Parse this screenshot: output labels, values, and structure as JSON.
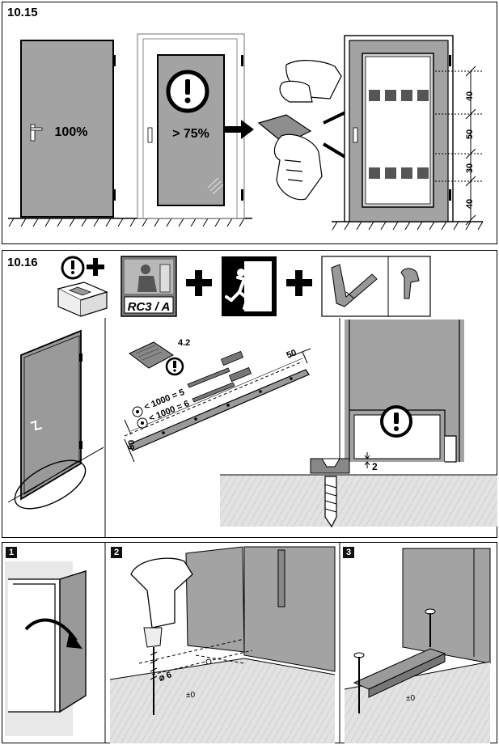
{
  "section_1015": {
    "number": "10.15",
    "door_coverage_full": "100%",
    "door_coverage_glass": "> 75%",
    "dimensions": [
      "40",
      "50",
      "30",
      "40"
    ]
  },
  "section_1016": {
    "number": "10.16",
    "icon_rc_label": "RC3 / A",
    "plus_sign": "+",
    "ref_number": "4.2",
    "spacing_rule_1": "< 1000 = 5",
    "spacing_rule_2": "< 1000 = 6",
    "edge_distance": "50",
    "gap_value": "2"
  },
  "steps": [
    {
      "number": "1"
    },
    {
      "number": "2",
      "drill_diameter": "⌀ 6",
      "floor_level": "±0"
    },
    {
      "number": "3",
      "floor_level": "±0"
    }
  ],
  "colors": {
    "door_fill": "#a3a3a3",
    "glass_fill": "#c9c9c9",
    "floor_fill": "#e4e4e4",
    "ink": "#000000"
  }
}
